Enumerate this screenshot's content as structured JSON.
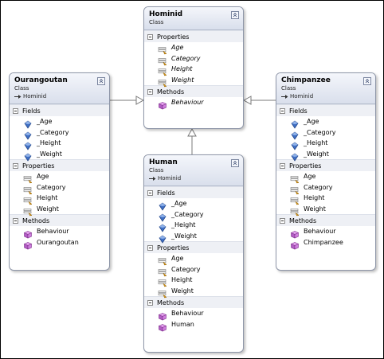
{
  "classes": {
    "hominid": {
      "name": "Hominid",
      "stereotype": "Class",
      "base": "",
      "sections": [
        {
          "title": "Properties",
          "items": [
            {
              "text": "Age",
              "icon": "property-icon",
              "italic": true
            },
            {
              "text": "Category",
              "icon": "property-icon",
              "italic": true
            },
            {
              "text": "Height",
              "icon": "property-icon",
              "italic": true
            },
            {
              "text": "Weight",
              "icon": "property-icon",
              "italic": true
            }
          ]
        },
        {
          "title": "Methods",
          "items": [
            {
              "text": "Behaviour",
              "icon": "method-icon",
              "italic": true
            }
          ]
        }
      ]
    },
    "ourangoutan": {
      "name": "Ourangoutan",
      "stereotype": "Class",
      "base": "Hominid",
      "sections": [
        {
          "title": "Fields",
          "items": [
            {
              "text": "_Age",
              "icon": "field-icon",
              "italic": false
            },
            {
              "text": "_Category",
              "icon": "field-icon",
              "italic": false
            },
            {
              "text": "_Height",
              "icon": "field-icon",
              "italic": false
            },
            {
              "text": "_Weight",
              "icon": "field-icon",
              "italic": false
            }
          ]
        },
        {
          "title": "Properties",
          "items": [
            {
              "text": "Age",
              "icon": "property-icon",
              "italic": false
            },
            {
              "text": "Category",
              "icon": "property-icon",
              "italic": false
            },
            {
              "text": "Height",
              "icon": "property-icon",
              "italic": false
            },
            {
              "text": "Weight",
              "icon": "property-icon",
              "italic": false
            }
          ]
        },
        {
          "title": "Methods",
          "items": [
            {
              "text": "Behaviour",
              "icon": "method-icon",
              "italic": false
            },
            {
              "text": "Ourangoutan",
              "icon": "method-icon",
              "italic": false
            }
          ]
        }
      ]
    },
    "chimpanzee": {
      "name": "Chimpanzee",
      "stereotype": "Class",
      "base": "Hominid",
      "sections": [
        {
          "title": "Fields",
          "items": [
            {
              "text": "_Age",
              "icon": "field-icon",
              "italic": false
            },
            {
              "text": "_Category",
              "icon": "field-icon",
              "italic": false
            },
            {
              "text": "_Height",
              "icon": "field-icon",
              "italic": false
            },
            {
              "text": "_Weight",
              "icon": "field-icon",
              "italic": false
            }
          ]
        },
        {
          "title": "Properties",
          "items": [
            {
              "text": "Age",
              "icon": "property-icon",
              "italic": false
            },
            {
              "text": "Category",
              "icon": "property-icon",
              "italic": false
            },
            {
              "text": "Height",
              "icon": "property-icon",
              "italic": false
            },
            {
              "text": "Weight",
              "icon": "property-icon",
              "italic": false
            }
          ]
        },
        {
          "title": "Methods",
          "items": [
            {
              "text": "Behaviour",
              "icon": "method-icon",
              "italic": false
            },
            {
              "text": "Chimpanzee",
              "icon": "method-icon",
              "italic": false
            }
          ]
        }
      ]
    },
    "human": {
      "name": "Human",
      "stereotype": "Class",
      "base": "Hominid",
      "sections": [
        {
          "title": "Fields",
          "items": [
            {
              "text": "_Age",
              "icon": "field-icon",
              "italic": false
            },
            {
              "text": "_Category",
              "icon": "field-icon",
              "italic": false
            },
            {
              "text": "_Height",
              "icon": "field-icon",
              "italic": false
            },
            {
              "text": "_Weight",
              "icon": "field-icon",
              "italic": false
            }
          ]
        },
        {
          "title": "Properties",
          "items": [
            {
              "text": "Age",
              "icon": "property-icon",
              "italic": false
            },
            {
              "text": "Category",
              "icon": "property-icon",
              "italic": false
            },
            {
              "text": "Height",
              "icon": "property-icon",
              "italic": false
            },
            {
              "text": "Weight",
              "icon": "property-icon",
              "italic": false
            }
          ]
        },
        {
          "title": "Methods",
          "items": [
            {
              "text": "Behaviour",
              "icon": "method-icon",
              "italic": false
            },
            {
              "text": "Human",
              "icon": "method-icon",
              "italic": false
            }
          ]
        }
      ]
    }
  },
  "colors": {
    "border": "#8e96a8",
    "header_top": "#f4f6fb",
    "header_bottom": "#d9dfec",
    "connector": "#7a7a7a"
  }
}
